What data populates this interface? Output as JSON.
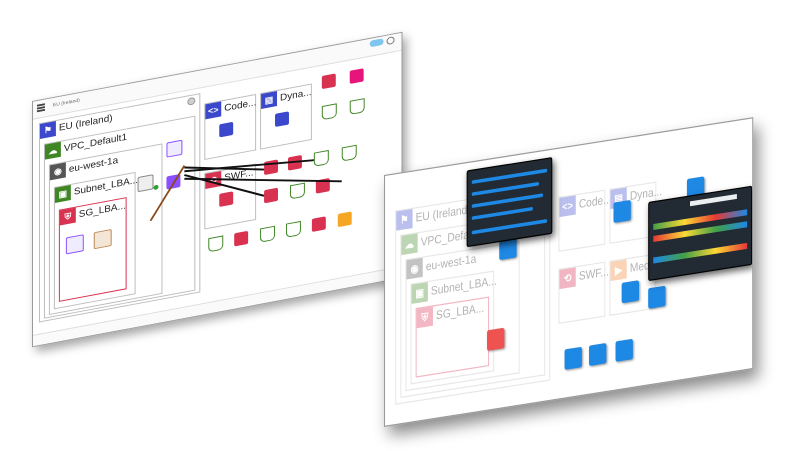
{
  "toolbar": {
    "menu_icon": "hamburger-menu-icon",
    "location": "EU (Ireland)"
  },
  "groups": {
    "region": "EU (Ireland)",
    "vpc": "VPC_Default1",
    "az": "eu-west-1a",
    "subnet": "Subnet_LBA...",
    "sg": "SG_LBA..."
  },
  "services": {
    "code": "Code...",
    "dynamo": "Dyna...",
    "swf": "SWF..."
  },
  "right_panel": {
    "groups": {
      "region": "EU (Ireland)",
      "vpc": "VPC_Default",
      "az": "eu-west-1a",
      "subnet": "Subnet_LBA...",
      "sg": "SG_LBA..."
    },
    "services": {
      "code": "Code...",
      "dynamo": "Dyna...",
      "swf": "SWF...",
      "media": "Media..."
    }
  },
  "colors": {
    "lambda": "#d93150",
    "s3": "#3f8624",
    "db": "#3b48cc",
    "tile": "#1e88e5"
  }
}
